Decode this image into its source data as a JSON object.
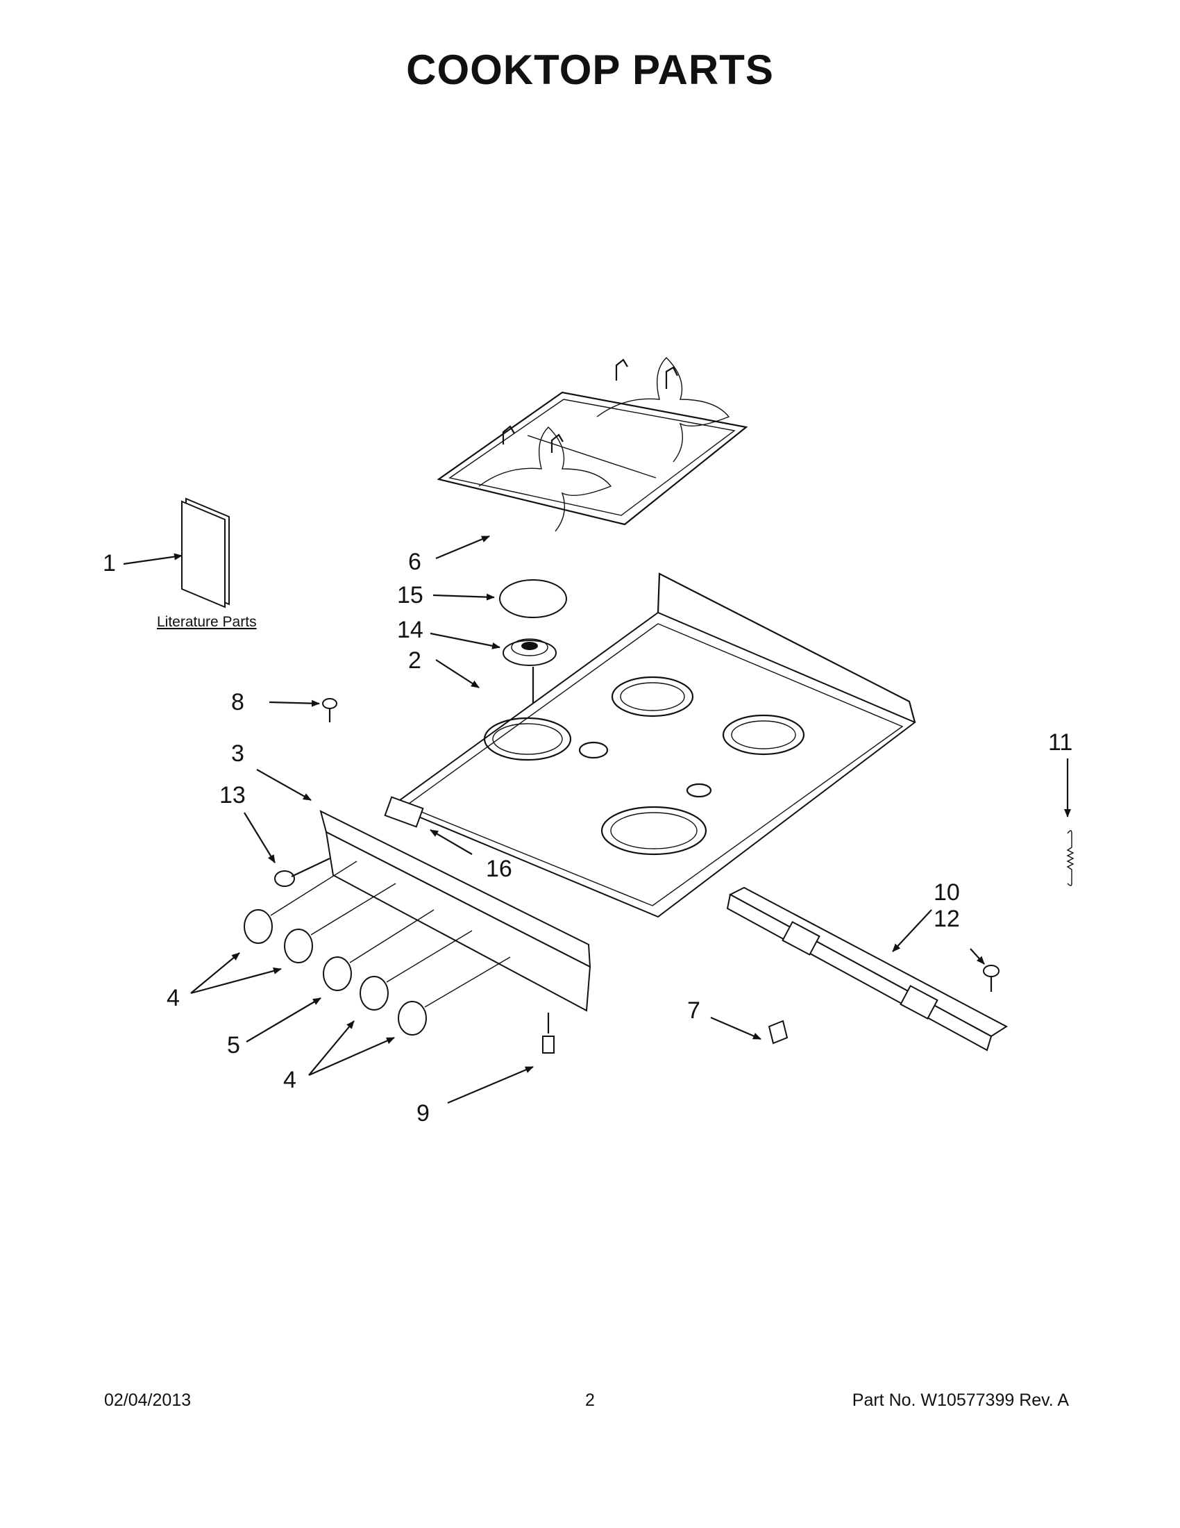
{
  "title": "COOKTOP PARTS",
  "literature_label": "Literature Parts",
  "callouts": {
    "c1": "1",
    "c2": "2",
    "c3": "3",
    "c4a": "4",
    "c4b": "4",
    "c5": "5",
    "c6": "6",
    "c7": "7",
    "c8": "8",
    "c9": "9",
    "c10": "10",
    "c11": "11",
    "c12": "12",
    "c13": "13",
    "c14": "14",
    "c15": "15",
    "c16": "16"
  },
  "footer": {
    "date": "02/04/2013",
    "page": "2",
    "part_no": "Part No.  W10577399  Rev.  A"
  }
}
